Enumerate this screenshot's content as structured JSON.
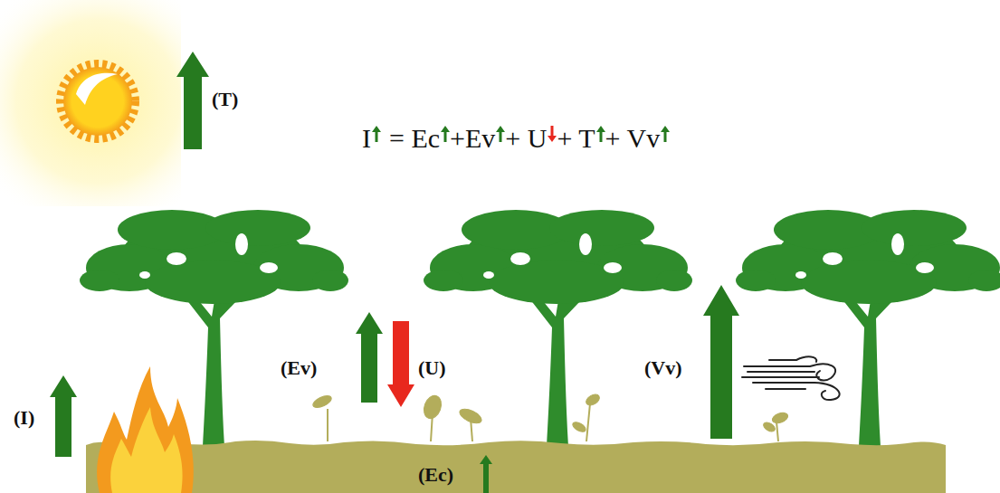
{
  "diagram": {
    "labels": [
      "(T)",
      "I",
      "= Ec",
      "+Ev",
      "+ U",
      "+ T",
      "+ Vv",
      "(I)",
      "(Ev)",
      "(U)",
      "(Vv)",
      "(Ec)"
    ]
  }
}
